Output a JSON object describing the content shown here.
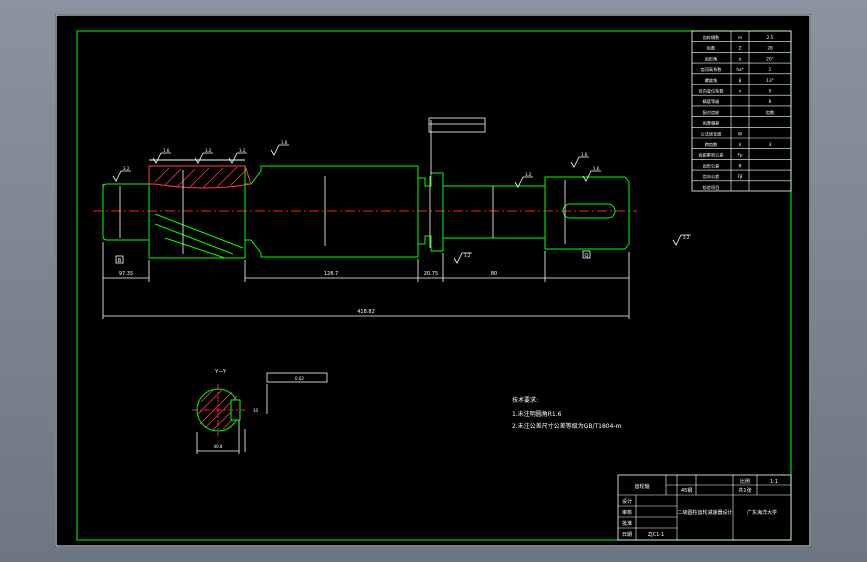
{
  "drawing": {
    "dims": {
      "total_length": "418.82",
      "seg_left": "97.35",
      "seg_mid": "128.7",
      "seg_small": "20.75",
      "seg_right": "80"
    },
    "surface_marks": [
      "3.2",
      "1.6",
      "3.2",
      "3.2",
      "1.6",
      "3.2",
      "3.2",
      "1.6",
      "3.2",
      "1.6"
    ],
    "datum_labels": [
      "B",
      "Q"
    ],
    "section_title": "Y—Y",
    "section_dim_width": "40.8",
    "section_dim_depth": "10",
    "section_tolerance": "0.02",
    "tech_req": {
      "title": "技术要求:",
      "line1": "1.未注明圆角R1.6",
      "line2": "2.未注公差尺寸公差等级为GB/T1804-m"
    }
  },
  "params_table": [
    [
      "齿轮模数",
      "m",
      "2.5"
    ],
    [
      "齿数",
      "Z",
      "28"
    ],
    [
      "齿形角",
      "α",
      "20°"
    ],
    [
      "齿顶高系数",
      "ha*",
      "1"
    ],
    [
      "螺旋角",
      "β",
      "13°"
    ],
    [
      "径向变位系数",
      "x",
      "0"
    ],
    [
      "精度等级",
      "",
      "8"
    ],
    [
      "配对齿轮",
      "",
      "齿数"
    ],
    [
      "齿厚偏差",
      "",
      ""
    ],
    [
      "公法线长度",
      "W",
      ""
    ],
    [
      "跨齿数",
      "k",
      "3"
    ],
    [
      "齿距累积公差",
      "Fp",
      ""
    ],
    [
      "齿形公差",
      "ff",
      ""
    ],
    [
      "齿向公差",
      "Fβ",
      ""
    ],
    [
      "检验项目",
      "",
      ""
    ]
  ],
  "title_block": {
    "part_name": "齿轮轴",
    "scale_label": "比例",
    "scale_value": "1:1",
    "drawn_by": "设计",
    "checked_by": "审核",
    "approved_by": "批准",
    "date": "日期",
    "drawing_no": "ZJC1-1",
    "project": "二级圆柱齿轮减速器设计",
    "school": "广东海洋大学",
    "material": "45钢",
    "sheet": "共1张"
  }
}
